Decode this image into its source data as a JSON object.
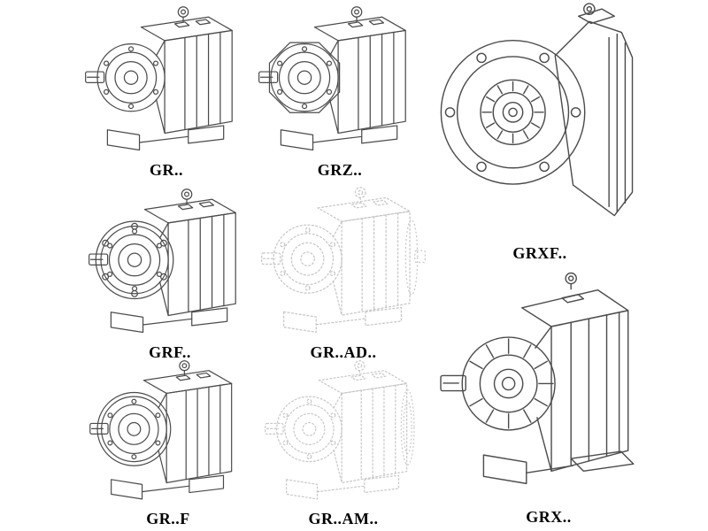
{
  "figure": {
    "title": "",
    "labels": {
      "gr": "GR..",
      "grz": "GRZ..",
      "grxf": "GRXF..",
      "grf": "GRF..",
      "gr_ad": "GR..AD..",
      "grx": "GRX..",
      "gr_f": "GR..F",
      "gr_am": "GR..AM.."
    }
  },
  "colors": {
    "line": "#4b4b4b",
    "ghost": "#c6c6c6",
    "label": "#000000",
    "background": "#ffffff"
  }
}
